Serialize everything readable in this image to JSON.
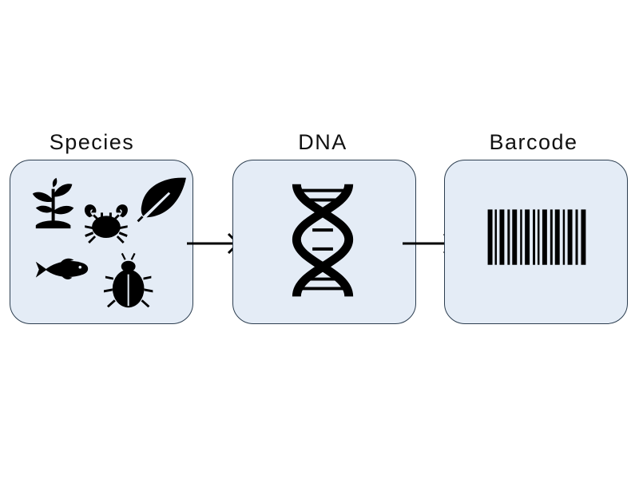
{
  "stages": [
    {
      "label": "Species",
      "icons": [
        "sprout-icon",
        "crab-icon",
        "leaf-icon",
        "fish-icon",
        "beetle-icon"
      ]
    },
    {
      "label": "DNA",
      "icons": [
        "dna-helix-icon"
      ]
    },
    {
      "label": "Barcode",
      "icons": [
        "barcode-icon"
      ]
    }
  ],
  "colors": {
    "panel_fill": "#e4ecf6",
    "panel_border": "#2c3e50",
    "icon": "#000000"
  }
}
